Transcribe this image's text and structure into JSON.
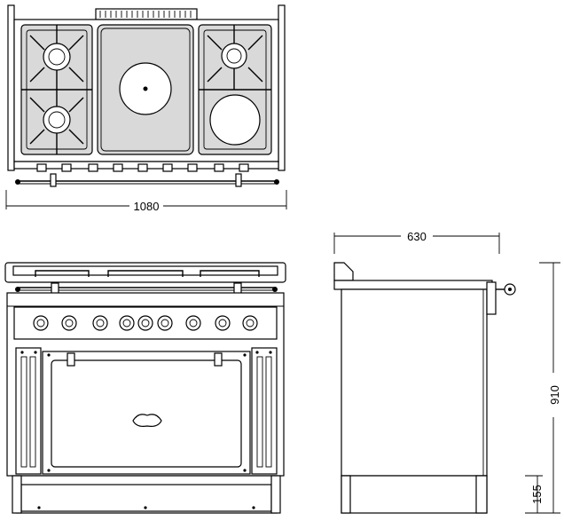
{
  "dimensions": {
    "width": "1080",
    "depth": "630",
    "height": "910",
    "plinth": "155"
  }
}
